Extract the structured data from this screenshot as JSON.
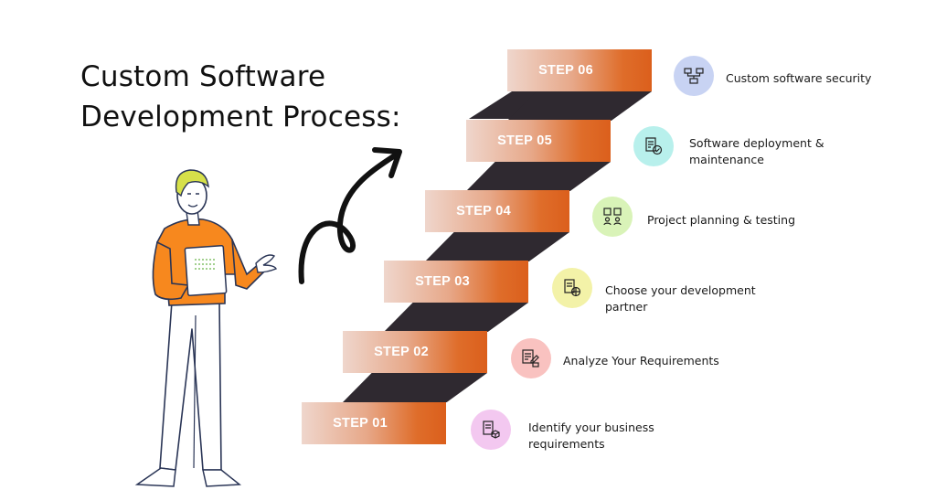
{
  "title": {
    "line1": "Custom Software",
    "line2": "Development Process:"
  },
  "steps": [
    {
      "label": "STEP 01",
      "desc_line1": "Identify your business",
      "desc_line2": "requirements",
      "icon": "business-requirements-icon",
      "circle_color": "#f3c8f0"
    },
    {
      "label": "STEP 02",
      "desc_line1": "Analyze Your Requirements",
      "desc_line2": "",
      "icon": "analyze-icon",
      "circle_color": "#f9c2c0"
    },
    {
      "label": "STEP 03",
      "desc_line1": "Choose your development",
      "desc_line2": "partner",
      "icon": "partner-icon",
      "circle_color": "#f3f2a8"
    },
    {
      "label": "STEP 04",
      "desc_line1": "Project planning & testing",
      "desc_line2": "",
      "icon": "planning-icon",
      "circle_color": "#d9f3b8"
    },
    {
      "label": "STEP 05",
      "desc_line1": "Software deployment &",
      "desc_line2": "maintenance",
      "icon": "deployment-icon",
      "circle_color": "#b8f0ec"
    },
    {
      "label": "STEP 06",
      "desc_line1": "Custom software security",
      "desc_line2": "",
      "icon": "security-icon",
      "circle_color": "#c8d3f3"
    }
  ],
  "colors": {
    "step_gradient_end": "#db5f1c",
    "riser": "#2f2930",
    "shirt": "#f7881e",
    "hair": "#d6e04a"
  }
}
